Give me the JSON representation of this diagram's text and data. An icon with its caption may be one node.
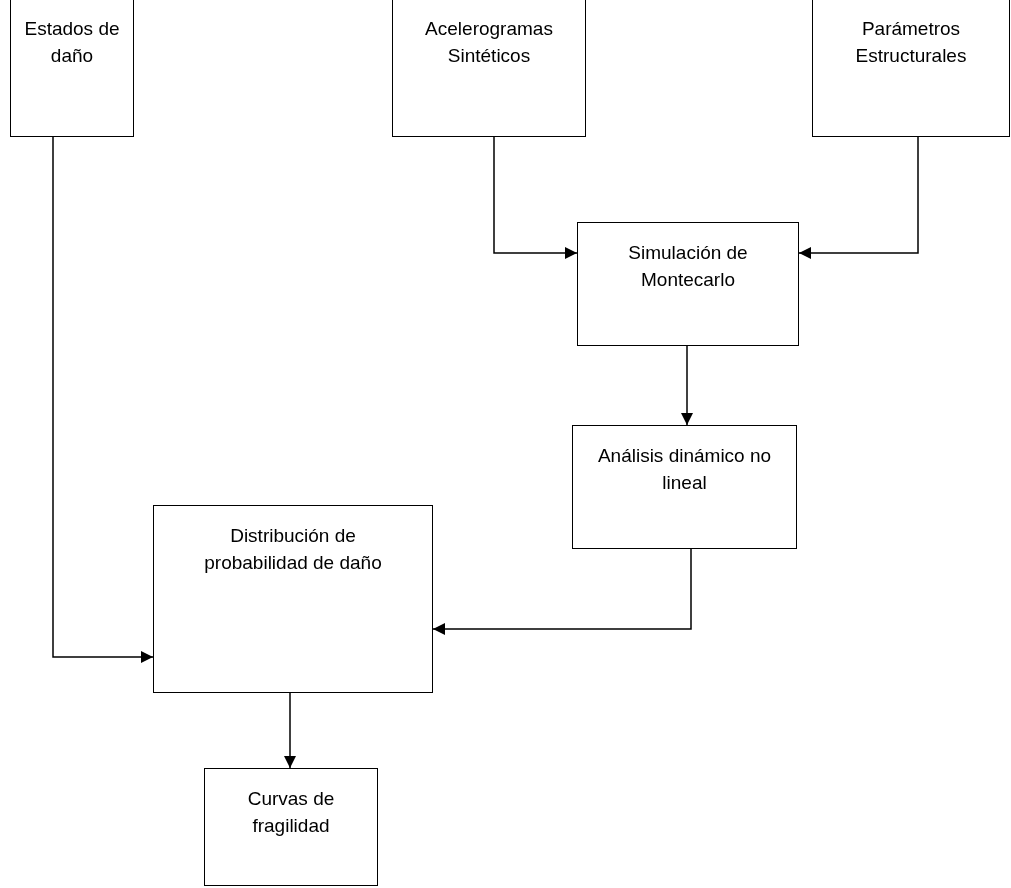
{
  "diagram": {
    "nodes": [
      {
        "text": [
          "Estados de daño"
        ]
      },
      {
        "text": [
          "Acelerogramas Sintéticos"
        ]
      },
      {
        "text": [
          "Parámetros Estructurales"
        ]
      },
      {
        "text": [
          "Simulación de Montecarlo"
        ]
      },
      {
        "text": [
          "Análisis dinámico no lineal"
        ]
      },
      {
        "text": [
          "Distribución de probabilidad de daño"
        ]
      },
      {
        "text": [
          "Curvas de fragilidad"
        ]
      }
    ],
    "edges": [
      {
        "from": 0,
        "to": 5,
        "arrow": "to"
      },
      {
        "from": 1,
        "to": 3,
        "arrow": "to"
      },
      {
        "from": 2,
        "to": 3,
        "arrow": "to"
      },
      {
        "from": 3,
        "to": 4,
        "arrow": "to"
      },
      {
        "from": 4,
        "to": 5,
        "arrow": "to"
      },
      {
        "from": 5,
        "to": 6,
        "arrow": "to"
      }
    ]
  }
}
